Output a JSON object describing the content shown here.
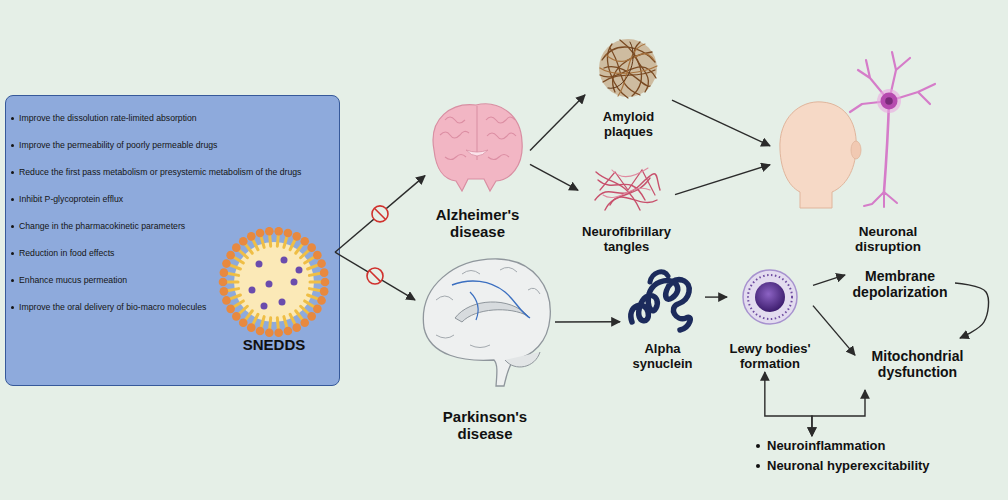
{
  "diagram": {
    "nodes": [
      {
        "text": [
          "Improve the dissolution rate-limited absorption",
          "Improve the permeability of poorly permeable drugs",
          "Reduce the first pass metabolism or presystemic metabolism of the drugs",
          "Inhibit P-glycoprotein efflux",
          "Change in the pharmacokinetic parameters",
          "Reduction in food effects",
          "Enhance mucus permeation",
          "Improve the oral delivery of bio-macro molecules"
        ]
      },
      {
        "text": [
          "SNEDDS"
        ],
        "in": 0
      },
      {
        "text": [
          "Alzheimer's disease"
        ]
      },
      {
        "text": [
          "Amyloid plaques"
        ]
      },
      {
        "text": [
          "Neurofibrillary tangles"
        ]
      },
      {
        "text": [
          "Neuronal disruption"
        ]
      },
      {
        "text": [
          "Parkinson's disease"
        ]
      },
      {
        "text": [
          "Alpha synuclein"
        ]
      },
      {
        "text": [
          "Lewy bodies' formation"
        ]
      },
      {
        "text": [
          "Membrane depolarization"
        ]
      },
      {
        "text": [
          "Mitochondrial dysfunction"
        ]
      },
      {
        "text": [
          "Neuroinflammation",
          "Neuronal hyperexcitability"
        ]
      }
    ],
    "edges": [
      {
        "from": 1,
        "to": 2,
        "arrow": "to"
      },
      {
        "from": 1,
        "to": 6,
        "arrow": "to"
      },
      {
        "from": 2,
        "to": 3,
        "arrow": "to"
      },
      {
        "from": 2,
        "to": 4,
        "arrow": "to"
      },
      {
        "from": 3,
        "to": 5,
        "arrow": "to"
      },
      {
        "from": 4,
        "to": 5,
        "arrow": "to"
      },
      {
        "from": 6,
        "to": 7,
        "arrow": "to"
      },
      {
        "from": 7,
        "to": 8,
        "arrow": "to"
      },
      {
        "from": 8,
        "to": 9,
        "arrow": "to"
      },
      {
        "from": 8,
        "to": 10,
        "arrow": "to"
      },
      {
        "from": 9,
        "to": 10,
        "arrow": "to"
      },
      {
        "from": 11,
        "to": 8,
        "arrow": "both"
      },
      {
        "from": 11,
        "to": 10,
        "arrow": "both"
      }
    ]
  }
}
